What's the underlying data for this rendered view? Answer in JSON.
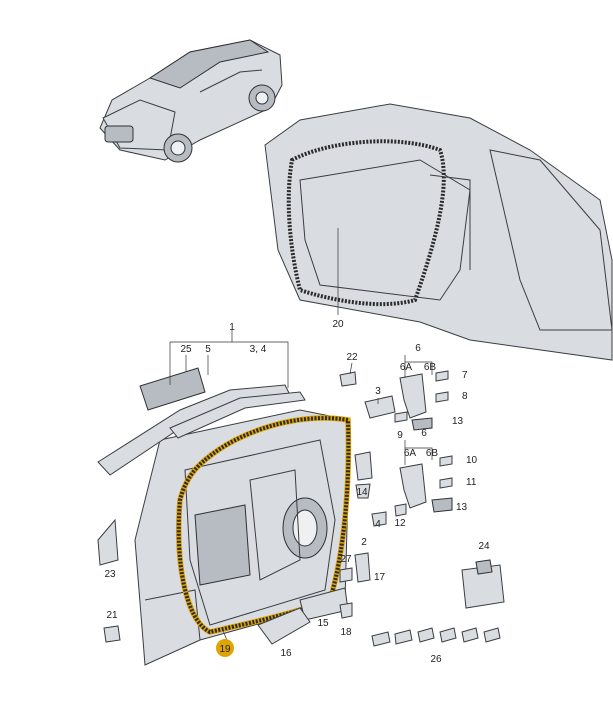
{
  "callouts": {
    "c1": "1",
    "c2": "2",
    "c3": "3",
    "c34": "3, 4",
    "c4": "4",
    "c5": "5",
    "c6a": "6",
    "c6b": "6",
    "c6A_a": "6A",
    "c6B_a": "6B",
    "c6A_b": "6A",
    "c6B_b": "6B",
    "c7": "7",
    "c8": "8",
    "c9": "9",
    "c10": "10",
    "c11": "11",
    "c12": "12",
    "c13a": "13",
    "c13b": "13",
    "c14": "14",
    "c15": "15",
    "c16": "16",
    "c17": "17",
    "c18": "18",
    "c19": "19",
    "c20": "20",
    "c21": "21",
    "c22": "22",
    "c23": "23",
    "c24": "24",
    "c25": "25",
    "c26": "26",
    "c27": "27"
  },
  "colors": {
    "highlight": "#e0a400",
    "part_fill": "#d9dde2",
    "outline": "#3a3d42"
  }
}
